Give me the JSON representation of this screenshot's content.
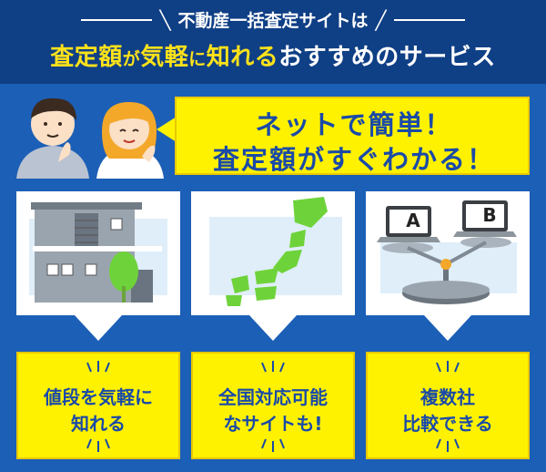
{
  "header": {
    "subtitle": "不動産一括査定サイトは",
    "headline_part1": "査定額",
    "headline_part2": "が",
    "headline_part3": "気軽",
    "headline_part4": "に",
    "headline_part5": "知れる",
    "headline_part6": "おすすめのサービス"
  },
  "bubble": {
    "line1": "ネットで簡単！",
    "line2": "査定額がすぐわかる！"
  },
  "panels": [
    {
      "icon": "house-building-icon"
    },
    {
      "icon": "japan-map-icon"
    },
    {
      "icon": "comparison-scale-icon",
      "label_a": "A",
      "label_b": "B"
    }
  ],
  "results": [
    {
      "line1": "値段を気軽に",
      "line2": "知れる"
    },
    {
      "line1": "全国対応可能",
      "line2": "なサイトも!"
    },
    {
      "line1": "複数社",
      "line2": "比較できる"
    }
  ],
  "colors": {
    "header_bg": "#0f3f85",
    "main_bg": "#1c5fb6",
    "accent_yellow": "#fff200",
    "text_blue": "#1a4aa8",
    "map_green": "#6ed33a"
  }
}
